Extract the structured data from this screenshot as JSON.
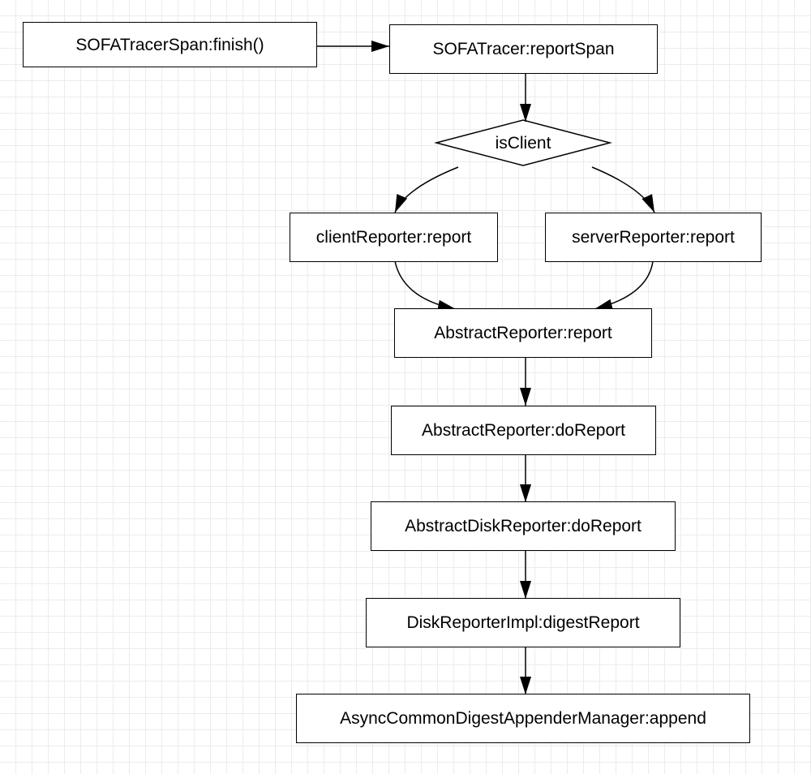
{
  "diagram": {
    "nodes": {
      "span_finish": "SOFATracerSpan:finish()",
      "report_span": "SOFATracer:reportSpan",
      "is_client": "isClient",
      "client_reporter": "clientReporter:report",
      "server_reporter": "serverReporter:report",
      "abstract_report": "AbstractReporter:report",
      "abstract_do_report": "AbstractReporter:doReport",
      "abstract_disk_do_report": "AbstractDiskReporter:doReport",
      "disk_digest_report": "DiskReporterImpl:digestReport",
      "async_append": "AsyncCommonDigestAppenderManager:append"
    },
    "edges": [
      {
        "from": "span_finish",
        "to": "report_span"
      },
      {
        "from": "report_span",
        "to": "is_client"
      },
      {
        "from": "is_client",
        "to": "client_reporter"
      },
      {
        "from": "is_client",
        "to": "server_reporter"
      },
      {
        "from": "client_reporter",
        "to": "abstract_report"
      },
      {
        "from": "server_reporter",
        "to": "abstract_report"
      },
      {
        "from": "abstract_report",
        "to": "abstract_do_report"
      },
      {
        "from": "abstract_do_report",
        "to": "abstract_disk_do_report"
      },
      {
        "from": "abstract_disk_do_report",
        "to": "disk_digest_report"
      },
      {
        "from": "disk_digest_report",
        "to": "async_append"
      }
    ]
  }
}
